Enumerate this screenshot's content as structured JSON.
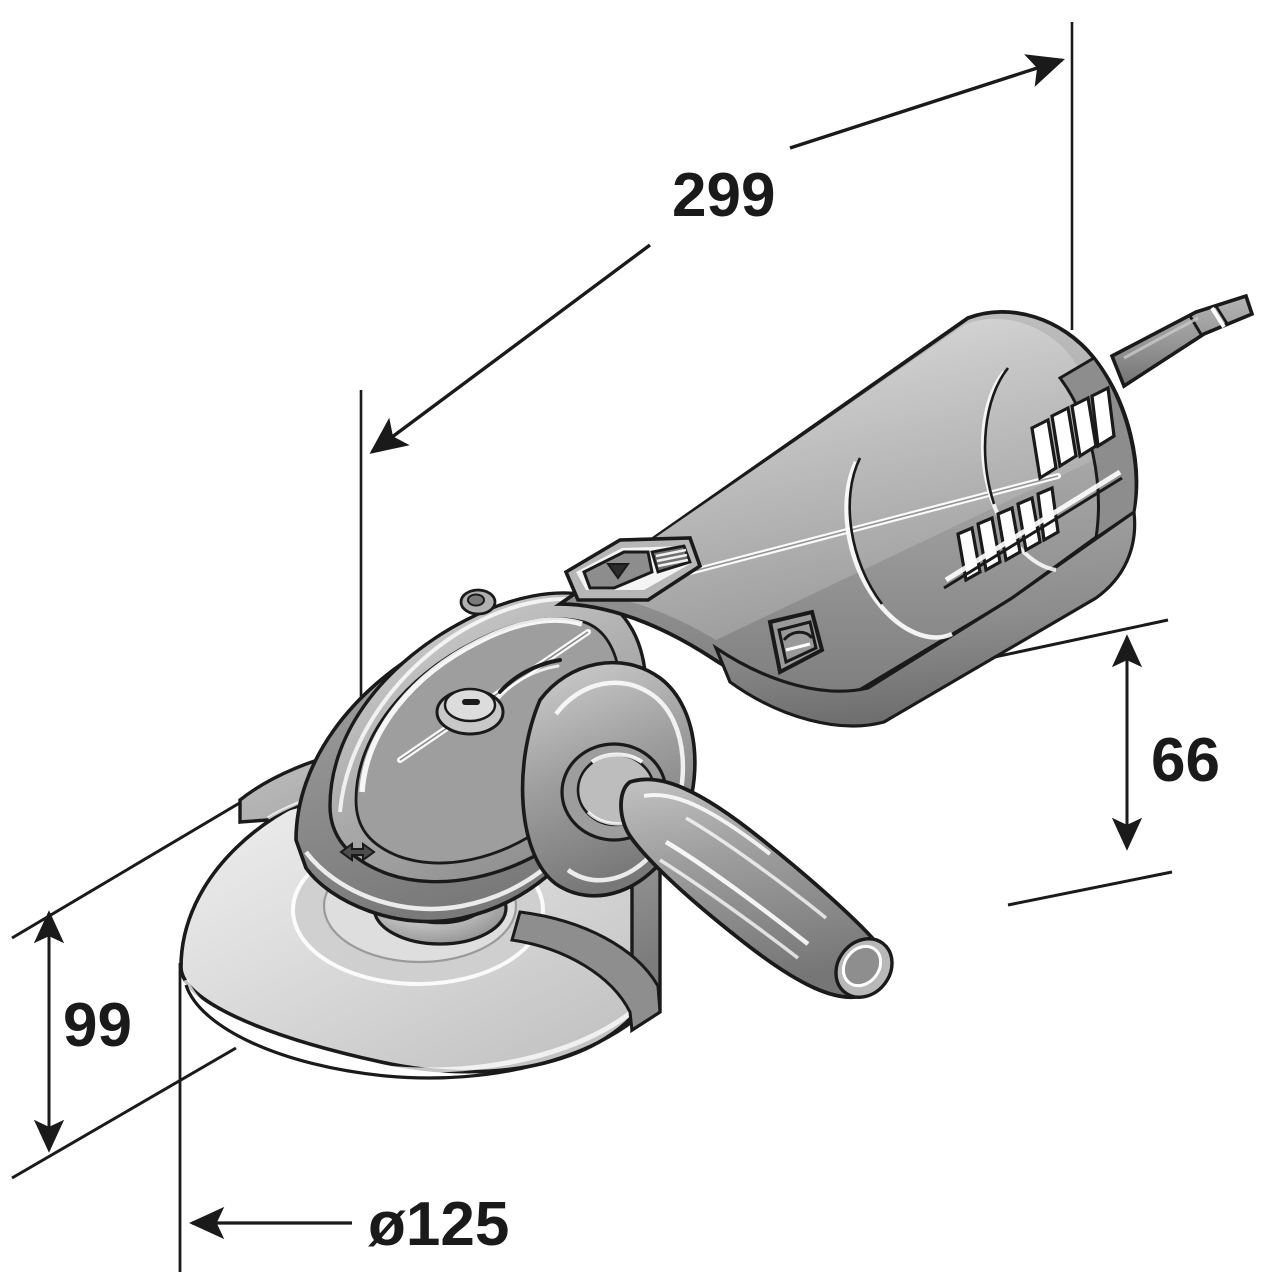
{
  "drawing": {
    "type": "technical-dimensional-drawing",
    "subject": "angle-grinder",
    "background_color": "#ffffff",
    "line_color": "#1a1a1a",
    "projection": "isometric",
    "units_implied": "mm"
  },
  "dimensions": {
    "overall_length": {
      "value": "299",
      "orientation": "horizontal",
      "arrow_style": "double-leader-diagonal",
      "position": "top"
    },
    "body_height": {
      "value": "66",
      "orientation": "vertical",
      "arrow_style": "double-headed",
      "position": "right"
    },
    "overall_height": {
      "value": "99",
      "orientation": "vertical",
      "arrow_style": "double-headed",
      "position": "left"
    },
    "disc_diameter": {
      "value": "ø125",
      "orientation": "horizontal",
      "arrow_style": "single-arrow-left",
      "position": "bottom"
    }
  },
  "tool_parts": {
    "motor_housing": "motor-housing",
    "rear_vents": "cooling-vents",
    "cable": "power-cable",
    "strain_relief": "cable-strain-relief",
    "slide_switch": "power-slide-switch",
    "switch_indicator": "triangle-indicator",
    "brand_badge": "fein-logo-badge",
    "gear_head": "gear-head",
    "spindle_lock": "spindle-lock-button",
    "rotation_arrow": "rotation-direction-arrow",
    "side_handle": "side-handle",
    "handle_grip": "handle-grip-ribs",
    "disc_guard": "disc-guard",
    "grinding_disc": "grinding-disc",
    "spindle_flange": "spindle-flange"
  },
  "colors": {
    "outline": "#1a1a1a",
    "body_light": "#d8d8d8",
    "body_mid": "#a8a8a8",
    "body_dark": "#8a8a8a",
    "body_darker": "#6e6e6e",
    "highlight": "#ffffff",
    "disc_face": "#e2e2e2",
    "disc_edge": "#c4c4c4",
    "cable": "#9a9a9a"
  }
}
